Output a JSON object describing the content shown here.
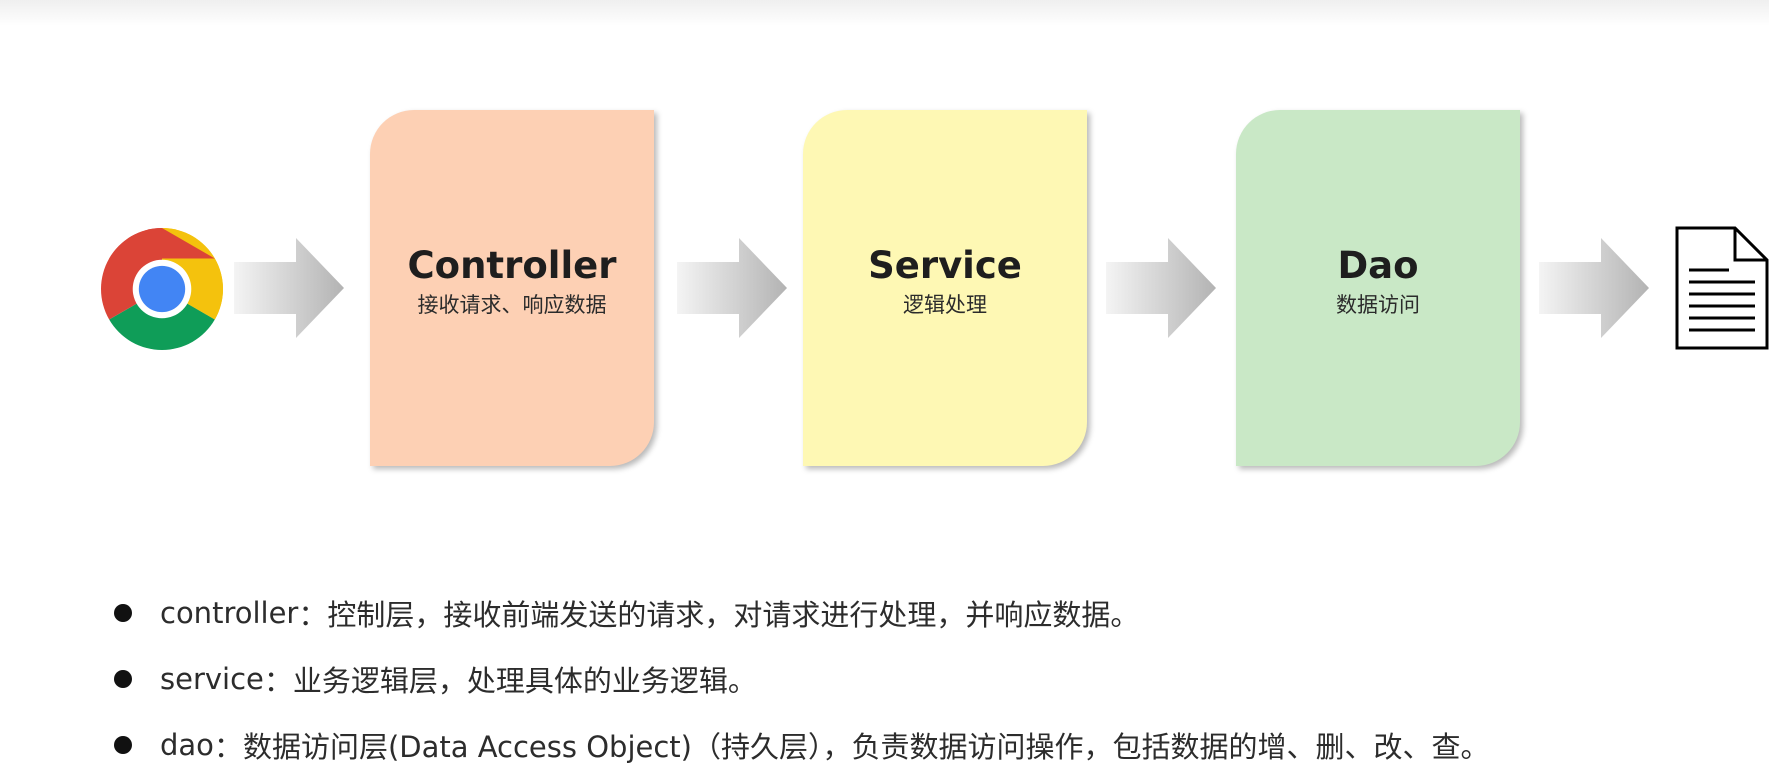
{
  "icons": {
    "browser": "chrome-browser-icon",
    "arrow": "gradient-right-arrow-icon",
    "document": "document-icon"
  },
  "colors": {
    "controller": "#fdd0b4",
    "service": "#fef8b4",
    "dao": "#c9e8c6",
    "chrome_red": "#db4437",
    "chrome_yellow": "#f4c20d",
    "chrome_green": "#0f9d58",
    "chrome_blue": "#4285f4"
  },
  "layers": [
    {
      "title": "Controller",
      "subtitle": "接收请求、响应数据"
    },
    {
      "title": "Service",
      "subtitle": "逻辑处理"
    },
    {
      "title": "Dao",
      "subtitle": "数据访问"
    }
  ],
  "descriptions": [
    {
      "term": "controller",
      "separator": "：",
      "text": "控制层，接收前端发送的请求，对请求进行处理，并响应数据。"
    },
    {
      "term": "service",
      "separator": "：",
      "text": "业务逻辑层，处理具体的业务逻辑。"
    },
    {
      "term": "dao",
      "separator": "：",
      "text": "数据访问层(Data Access Object)（持久层），负责数据访问操作，包括数据的增、删、改、查。"
    }
  ]
}
